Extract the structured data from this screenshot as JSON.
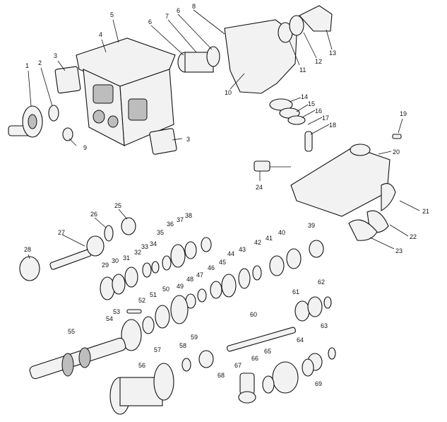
{
  "diagram": {
    "callouts": [
      "1",
      "2",
      "3",
      "4",
      "5",
      "6",
      "7",
      "8",
      "9",
      "10",
      "11",
      "12",
      "13",
      "14",
      "15",
      "16",
      "17",
      "18",
      "19",
      "20",
      "21",
      "22",
      "23",
      "24",
      "25",
      "26",
      "27",
      "28",
      "29",
      "30",
      "31",
      "32",
      "33",
      "34",
      "35",
      "36",
      "37",
      "38",
      "39",
      "40",
      "41",
      "42",
      "43",
      "44",
      "45",
      "46",
      "47",
      "48",
      "49",
      "50",
      "51",
      "52",
      "53",
      "54",
      "55",
      "56",
      "57",
      "58",
      "59",
      "60",
      "61",
      "62",
      "63",
      "64",
      "65",
      "66",
      "67",
      "68",
      "69"
    ]
  },
  "labels": {
    "l1": "1",
    "l2": "2",
    "l3a": "3",
    "l3b": "3",
    "l4": "4",
    "l5": "5",
    "l6a": "6",
    "l6b": "6",
    "l7": "7",
    "l8": "8",
    "l9": "9",
    "l10": "10",
    "l11": "11",
    "l12": "12",
    "l13": "13",
    "l14": "14",
    "l15": "15",
    "l16": "16",
    "l17": "17",
    "l18": "18",
    "l19": "19",
    "l20": "20",
    "l21": "21",
    "l22": "22",
    "l23": "23",
    "l24": "24",
    "l25": "25",
    "l26": "26",
    "l27": "27",
    "l28": "28",
    "l29": "29",
    "l30": "30",
    "l31": "31",
    "l32": "32",
    "l33": "33",
    "l34": "34",
    "l35": "35",
    "l36": "36",
    "l37": "37",
    "l38": "38",
    "l39": "39",
    "l40": "40",
    "l41": "41",
    "l42": "42",
    "l43": "43",
    "l44": "44",
    "l45": "45",
    "l46": "46",
    "l47": "47",
    "l48": "48",
    "l49": "49",
    "l50": "50",
    "l51": "51",
    "l52": "52",
    "l53": "53",
    "l54": "54",
    "l55": "55",
    "l56": "56",
    "l57": "57",
    "l58": "58",
    "l59": "59",
    "l60": "60",
    "l61": "61",
    "l62": "62",
    "l63": "63",
    "l64": "64",
    "l65": "65",
    "l66": "66",
    "l67": "67",
    "l68": "68",
    "l69": "69"
  }
}
